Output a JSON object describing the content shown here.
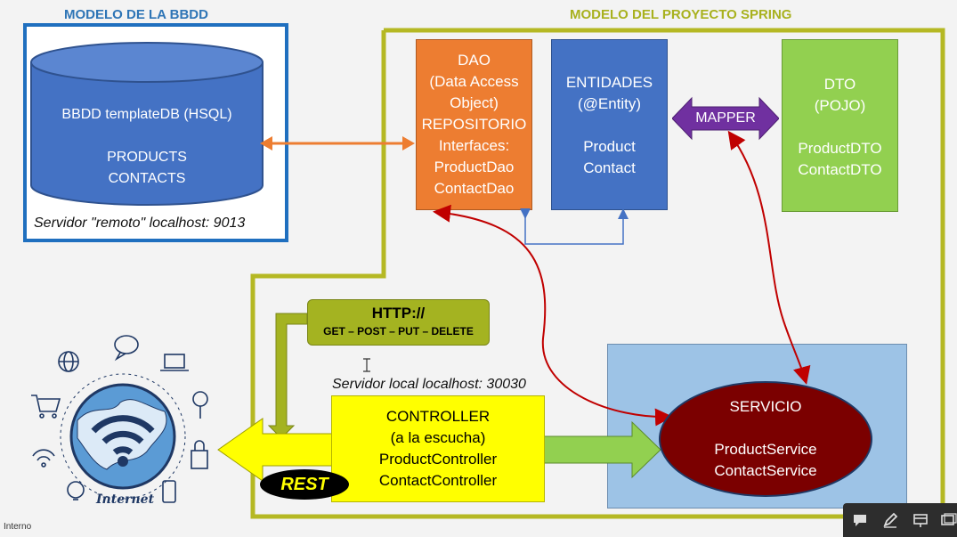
{
  "db_model": {
    "title": "MODELO DE LA BBDD",
    "db_name": "BBDD templateDB (HSQL)",
    "tables": [
      "PRODUCTS",
      "CONTACTS"
    ],
    "server_label": "Servidor \"remoto\" localhost: 9013"
  },
  "spring_model": {
    "title": "MODELO DEL PROYECTO SPRING",
    "dao": [
      "DAO",
      "(Data Access",
      "Object)",
      "REPOSITORIO",
      "Interfaces:",
      "ProductDao",
      "ContactDao"
    ],
    "entities": [
      "ENTIDADES",
      "(@Entity)",
      "",
      "Product",
      "Contact"
    ],
    "mapper": "MAPPER",
    "dto": [
      "DTO",
      "(POJO)",
      "",
      "ProductDTO",
      "ContactDTO"
    ],
    "http": [
      "HTTP://",
      "GET – POST – PUT – DELETE"
    ],
    "server_local": "Servidor local localhost: 30030",
    "controller": [
      "CONTROLLER",
      "(a la escucha)",
      "ProductController",
      "ContactController"
    ],
    "rest": "REST",
    "service": [
      "SERVICIO",
      "",
      "ProductService",
      "ContactService"
    ]
  },
  "internet_label": "Internet",
  "footer_label": "Interno",
  "toolbar": [
    "comment-icon",
    "pen-icon",
    "presenter-icon",
    "screen-icon"
  ],
  "colors": {
    "db_border": "#1f6fbf",
    "db_fill": "#4472c4",
    "spring_border": "#b5b823",
    "dao": "#ed7d31",
    "entities": "#4472c4",
    "dto": "#92d050",
    "mapper": "#7030a0",
    "http": "#a4b321",
    "controller": "#ffff00",
    "service_area": "#9dc3e6",
    "service": "#7b0000",
    "rest": "#000000"
  }
}
